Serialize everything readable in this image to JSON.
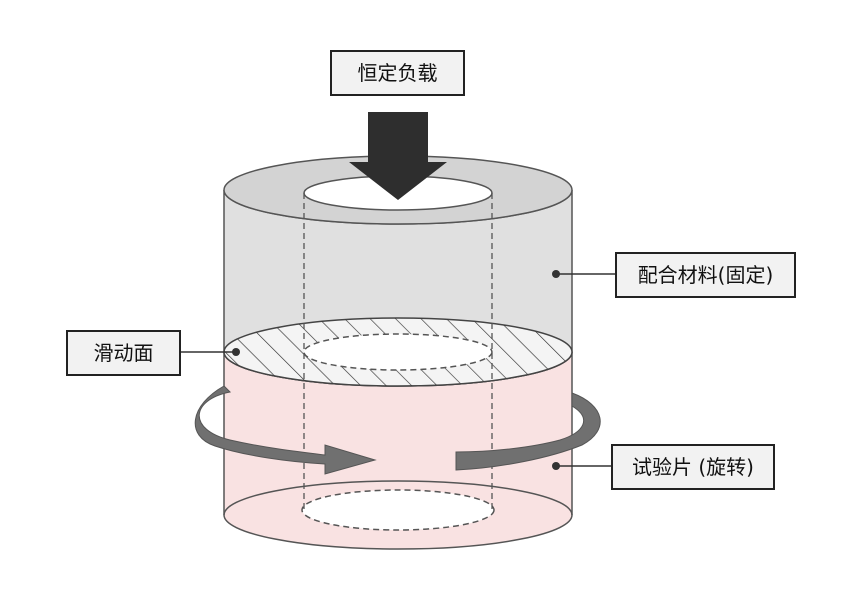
{
  "labels": {
    "load": "恒定负载",
    "counter": "配合材料(固定)",
    "sliding": "滑动面",
    "specimen": "试验片 (旋转)"
  },
  "colors": {
    "upper_cylinder": "#e0e0e0",
    "lower_cylinder": "#f9e2e2",
    "arrow": "#2e2e2e",
    "rotation_arrow": "#707070"
  }
}
